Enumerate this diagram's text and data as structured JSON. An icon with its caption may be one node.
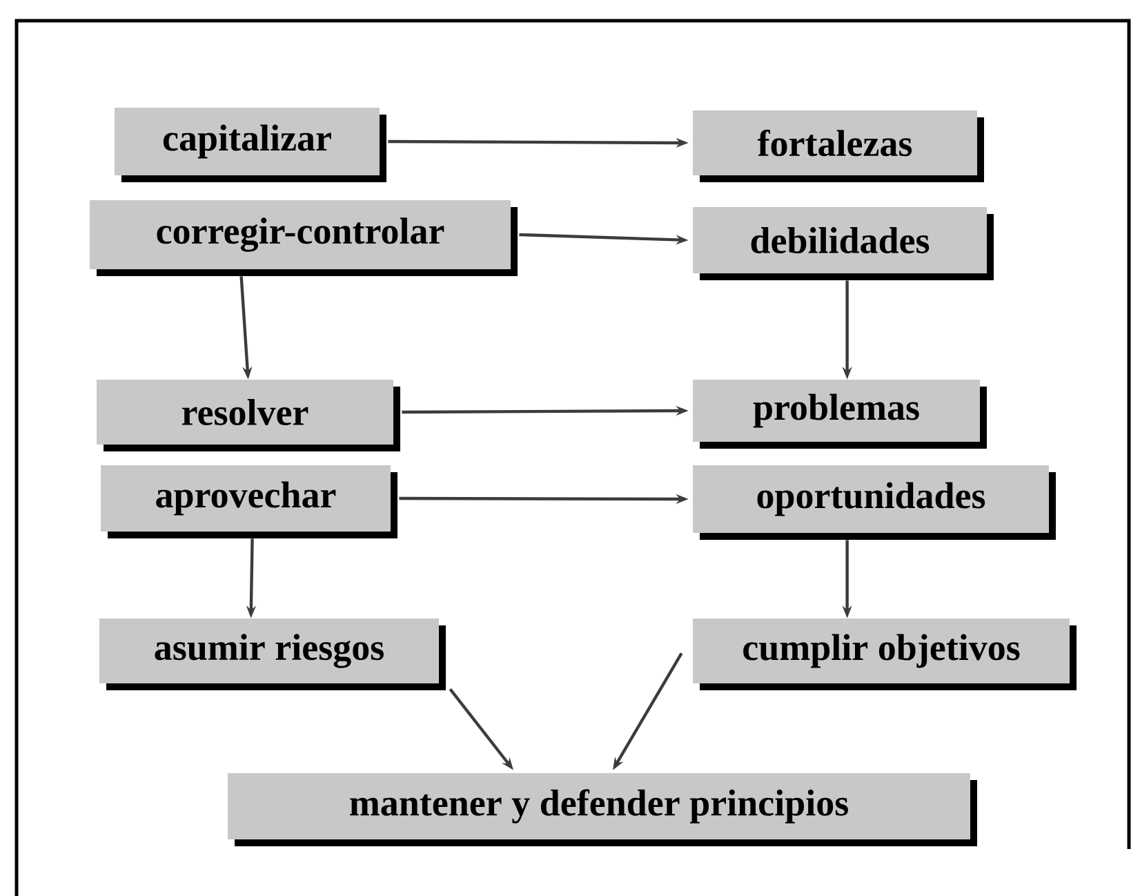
{
  "diagram": {
    "nodes": [
      {
        "text": [
          "capitalizar"
        ]
      },
      {
        "text": [
          "fortalezas"
        ]
      },
      {
        "text": [
          "corregir-controlar"
        ]
      },
      {
        "text": [
          "debilidades"
        ]
      },
      {
        "text": [
          "resolver"
        ]
      },
      {
        "text": [
          "problemas"
        ]
      },
      {
        "text": [
          "aprovechar"
        ]
      },
      {
        "text": [
          "oportunidades"
        ]
      },
      {
        "text": [
          "asumir riesgos"
        ]
      },
      {
        "text": [
          "cumplir objetivos"
        ]
      },
      {
        "text": [
          "mantener y defender principios"
        ]
      }
    ],
    "edges": [
      {
        "from": 0,
        "to": 1,
        "arrow": "to"
      },
      {
        "from": 2,
        "to": 3,
        "arrow": "to"
      },
      {
        "from": 2,
        "to": 4,
        "arrow": "to"
      },
      {
        "from": 3,
        "to": 5,
        "arrow": "to"
      },
      {
        "from": 4,
        "to": 5,
        "arrow": "to"
      },
      {
        "from": 6,
        "to": 7,
        "arrow": "to"
      },
      {
        "from": 6,
        "to": 8,
        "arrow": "to"
      },
      {
        "from": 7,
        "to": 9,
        "arrow": "to"
      },
      {
        "from": 8,
        "to": 10,
        "arrow": "to"
      },
      {
        "from": 9,
        "to": 10,
        "arrow": "to"
      }
    ]
  }
}
